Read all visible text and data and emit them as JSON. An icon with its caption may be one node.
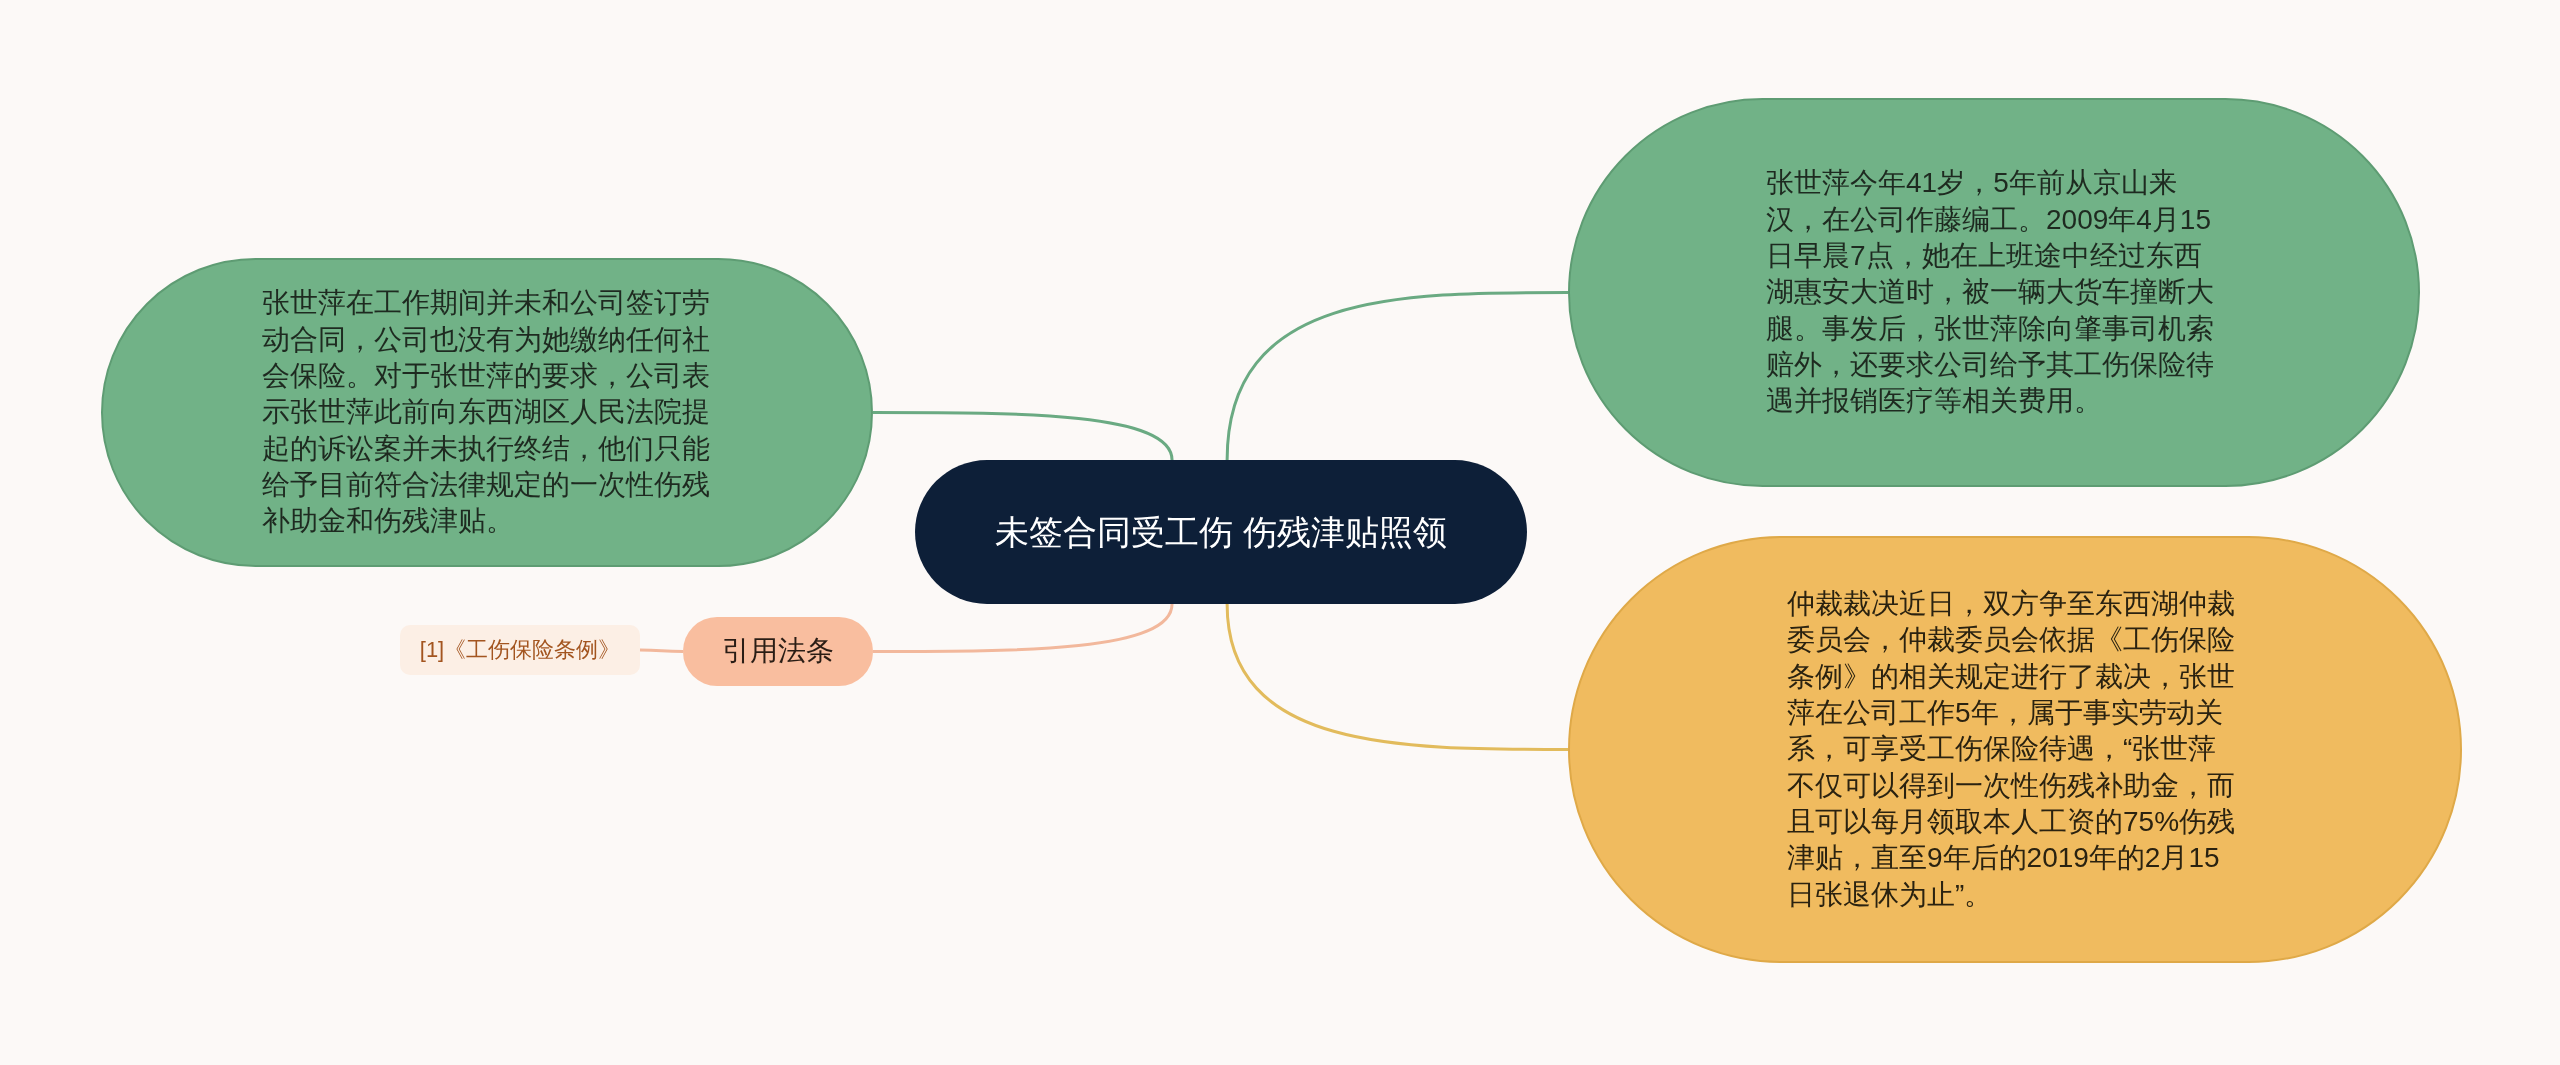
{
  "diagram": {
    "nodes": [
      {
        "text": [
          "未签合同受工伤 伤残津贴照领"
        ]
      },
      {
        "text": [
          "张世萍在工作期间并未和公司签订劳动合同，公司也没有为她缴纳任何社会保险。对于张世萍的要求，公司表示张世萍此前向东西湖区人民法院提起的诉讼案并未执行终结，他们只能给予目前符合法律规定的一次性伤残补助金和伤残津贴。"
        ]
      },
      {
        "text": [
          "张世萍今年41岁，5年前从京山来汉，在公司作藤编工。2009年4月15日早晨7点，她在上班途中经过东西湖惠安大道时，被一辆大货车撞断大腿。事发后，张世萍除向肇事司机索赔外，还要求公司给予其工伤保险待遇并报销医疗等相关费用。"
        ]
      },
      {
        "text": [
          "仲裁裁决近日，双方争至东西湖仲裁委员会，仲裁委员会依据《工伤保险条例》的相关规定进行了裁决，张世萍在公司工作5年，属于事实劳动关系，可享受工伤保险待遇，“张世萍不仅可以得到一次性伤残补助金，而且可以每月领取本人工资的75%伤残津贴，直至9年后的2019年的2月15日张退休为止”。"
        ]
      },
      {
        "text": [
          "引用法条"
        ]
      },
      {
        "text": [
          "[1]《工伤保险条例》"
        ]
      }
    ],
    "edges": [
      {
        "from": 0,
        "to": 1,
        "arrow": "none",
        "color": "#6aaa82"
      },
      {
        "from": 0,
        "to": 2,
        "arrow": "none",
        "color": "#6aaa82"
      },
      {
        "from": 0,
        "to": 3,
        "arrow": "none",
        "color": "#e2bb5c"
      },
      {
        "from": 0,
        "to": 4,
        "arrow": "none",
        "color": "#f2b89c"
      },
      {
        "from": 4,
        "to": 5,
        "arrow": "none",
        "color": "#f2b89c"
      }
    ]
  }
}
